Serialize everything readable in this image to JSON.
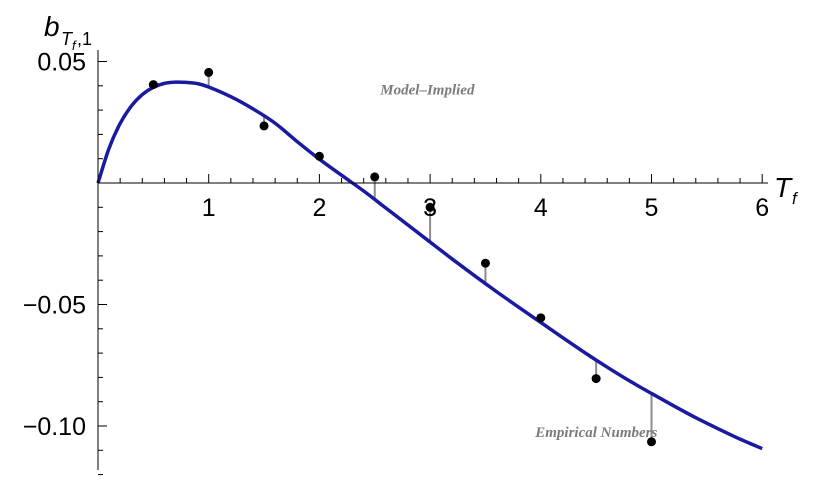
{
  "chart_data": {
    "type": "line",
    "ylabel": {
      "main": "b",
      "sub_main": "T",
      "sub_sub": "f",
      "sub_tail": ",1"
    },
    "xlabel": {
      "main": "T",
      "sub": "f"
    },
    "xlim": [
      0,
      6.1
    ],
    "ylim": [
      -0.122,
      0.058
    ],
    "x_ticks": [
      {
        "value": 1,
        "label": "1"
      },
      {
        "value": 2,
        "label": "2"
      },
      {
        "value": 3,
        "label": "3"
      },
      {
        "value": 4,
        "label": "4"
      },
      {
        "value": 5,
        "label": "5"
      },
      {
        "value": 6,
        "label": "6"
      }
    ],
    "y_ticks": [
      {
        "value": 0.05,
        "label": "0.05"
      },
      {
        "value": -0.05,
        "label": "−0.05"
      },
      {
        "value": -0.1,
        "label": "−0.10"
      }
    ],
    "grid": false,
    "series": [
      {
        "kind": "curve",
        "color": "#1a1aa0",
        "x": [
          0,
          0.1,
          0.2,
          0.3,
          0.4,
          0.5,
          0.6,
          0.7,
          0.8,
          0.9,
          1.0,
          1.2,
          1.4,
          1.6,
          1.8,
          2.0,
          2.2,
          2.4,
          2.6,
          2.8,
          3.0,
          3.2,
          3.4,
          3.6,
          3.8,
          4.0,
          4.2,
          4.4,
          4.6,
          4.8,
          5.0,
          5.2,
          5.4,
          5.6,
          5.8,
          6.0
        ],
        "y": [
          0,
          0.0143,
          0.0245,
          0.0316,
          0.0364,
          0.0394,
          0.041,
          0.0415,
          0.0414,
          0.0409,
          0.0395,
          0.0355,
          0.0305,
          0.0246,
          0.017,
          0.0098,
          0.0032,
          -0.0033,
          -0.0103,
          -0.0173,
          -0.0243,
          -0.0313,
          -0.0381,
          -0.0447,
          -0.0511,
          -0.0574,
          -0.0637,
          -0.0699,
          -0.0758,
          -0.0814,
          -0.0866,
          -0.0917,
          -0.0966,
          -0.1011,
          -0.1054,
          -0.1093
        ]
      },
      {
        "kind": "points",
        "color": "#000000",
        "x": [
          0.5,
          1.0,
          1.5,
          2.0,
          2.5,
          3.0,
          3.5,
          4.0,
          4.5,
          5.0
        ],
        "y": [
          0.0405,
          0.0455,
          0.0235,
          0.011,
          0.0025,
          -0.01,
          -0.033,
          -0.0555,
          -0.0805,
          -0.1065
        ]
      }
    ],
    "annotations": [
      {
        "text": "Model–Implied",
        "x": 2.55,
        "y": 0.0365
      },
      {
        "text": "Empirical Numbers",
        "x": 3.95,
        "y": -0.1045
      }
    ]
  }
}
